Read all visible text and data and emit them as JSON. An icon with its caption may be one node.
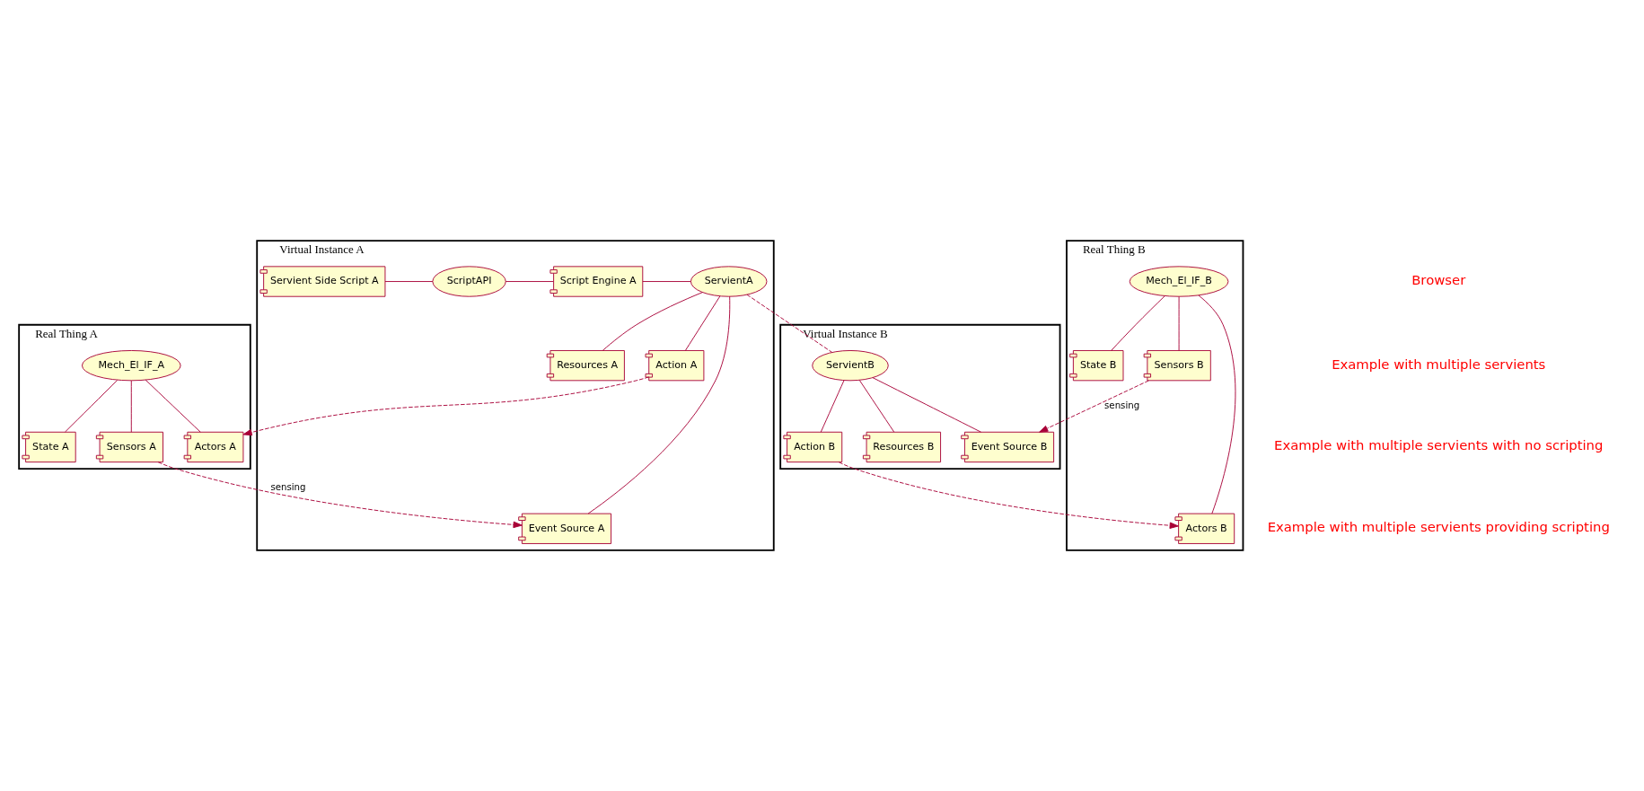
{
  "diagram": {
    "nodes": [
      {
        "text": [
          "Virtual Instance A"
        ]
      },
      {
        "text": [
          "Servient Side Script A"
        ],
        "in": 0
      },
      {
        "text": [
          "ScriptAPI"
        ],
        "in": 0
      },
      {
        "text": [
          "Script Engine A"
        ],
        "in": 0
      },
      {
        "text": [
          "ServientA"
        ],
        "in": 0
      },
      {
        "text": [
          "Resources A"
        ],
        "in": 0
      },
      {
        "text": [
          "Action A"
        ],
        "in": 0
      },
      {
        "text": [
          "Event Source A"
        ],
        "in": 0
      },
      {
        "text": [
          "Virtual Instance B"
        ]
      },
      {
        "text": [
          "ServientB"
        ],
        "in": 8
      },
      {
        "text": [
          "Action B"
        ],
        "in": 8
      },
      {
        "text": [
          "Event Source B"
        ],
        "in": 8
      },
      {
        "text": [
          "Resources B"
        ],
        "in": 8
      },
      {
        "text": [
          "Real Thing A"
        ]
      },
      {
        "text": [
          "Mech_El_IF_A"
        ],
        "in": 13
      },
      {
        "text": [
          "State A"
        ],
        "in": 13
      },
      {
        "text": [
          "Actors A"
        ],
        "in": 13
      },
      {
        "text": [
          "Sensors A"
        ],
        "in": 13
      },
      {
        "text": [
          "Real Thing B"
        ]
      },
      {
        "text": [
          "Mech_El_IF_B"
        ],
        "in": 18
      },
      {
        "text": [
          "State B"
        ],
        "in": 18
      },
      {
        "text": [
          "Actors B"
        ],
        "in": 18
      },
      {
        "text": [
          "Sensors B"
        ],
        "in": 18
      }
    ],
    "edges": [
      {
        "from": 1,
        "to": 2,
        "arrow": "none"
      },
      {
        "from": 2,
        "to": 3,
        "arrow": "none"
      },
      {
        "from": 3,
        "to": 4,
        "arrow": "none"
      },
      {
        "from": 4,
        "to": 5,
        "arrow": "none"
      },
      {
        "from": 4,
        "to": 6,
        "arrow": "none"
      },
      {
        "from": 4,
        "to": 7,
        "arrow": "none"
      },
      {
        "from": 4,
        "to": 9,
        "arrow": "none",
        "style": "dashed"
      },
      {
        "from": 9,
        "to": 10,
        "arrow": "none"
      },
      {
        "from": 9,
        "to": 11,
        "arrow": "none"
      },
      {
        "from": 9,
        "to": 12,
        "arrow": "none"
      },
      {
        "from": 6,
        "to": 16,
        "arrow": "to",
        "style": "dashed"
      },
      {
        "from": 17,
        "to": 7,
        "arrow": "to",
        "style": "dashed",
        "label": "sensing"
      },
      {
        "from": 14,
        "to": 15,
        "arrow": "none"
      },
      {
        "from": 14,
        "to": 16,
        "arrow": "none"
      },
      {
        "from": 14,
        "to": 17,
        "arrow": "none"
      },
      {
        "from": 10,
        "to": 21,
        "arrow": "to",
        "style": "dashed"
      },
      {
        "from": 22,
        "to": 11,
        "arrow": "to",
        "style": "dashed",
        "label": "sensing"
      },
      {
        "from": 19,
        "to": 20,
        "arrow": "none"
      },
      {
        "from": 19,
        "to": 21,
        "arrow": "none"
      },
      {
        "from": 19,
        "to": 22,
        "arrow": "none"
      }
    ],
    "labels": [
      "Browser",
      "Example with multiple servients",
      "Example with multiple servients with no scripting",
      "Example with multiple servients providing scripting"
    ]
  }
}
